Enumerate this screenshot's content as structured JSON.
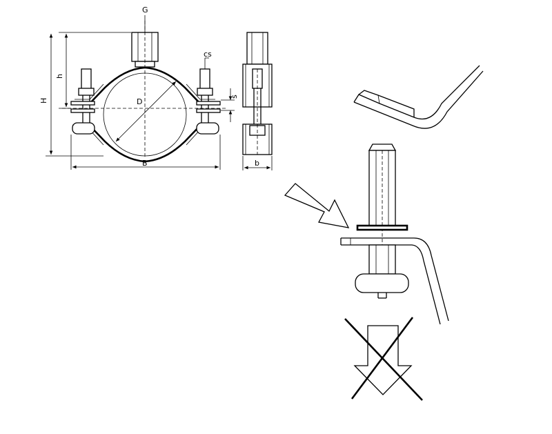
{
  "labels": {
    "G": "G",
    "cs": "cs",
    "h": "h",
    "H": "H",
    "s": "s",
    "D": "D",
    "B": "B",
    "b": "b"
  }
}
